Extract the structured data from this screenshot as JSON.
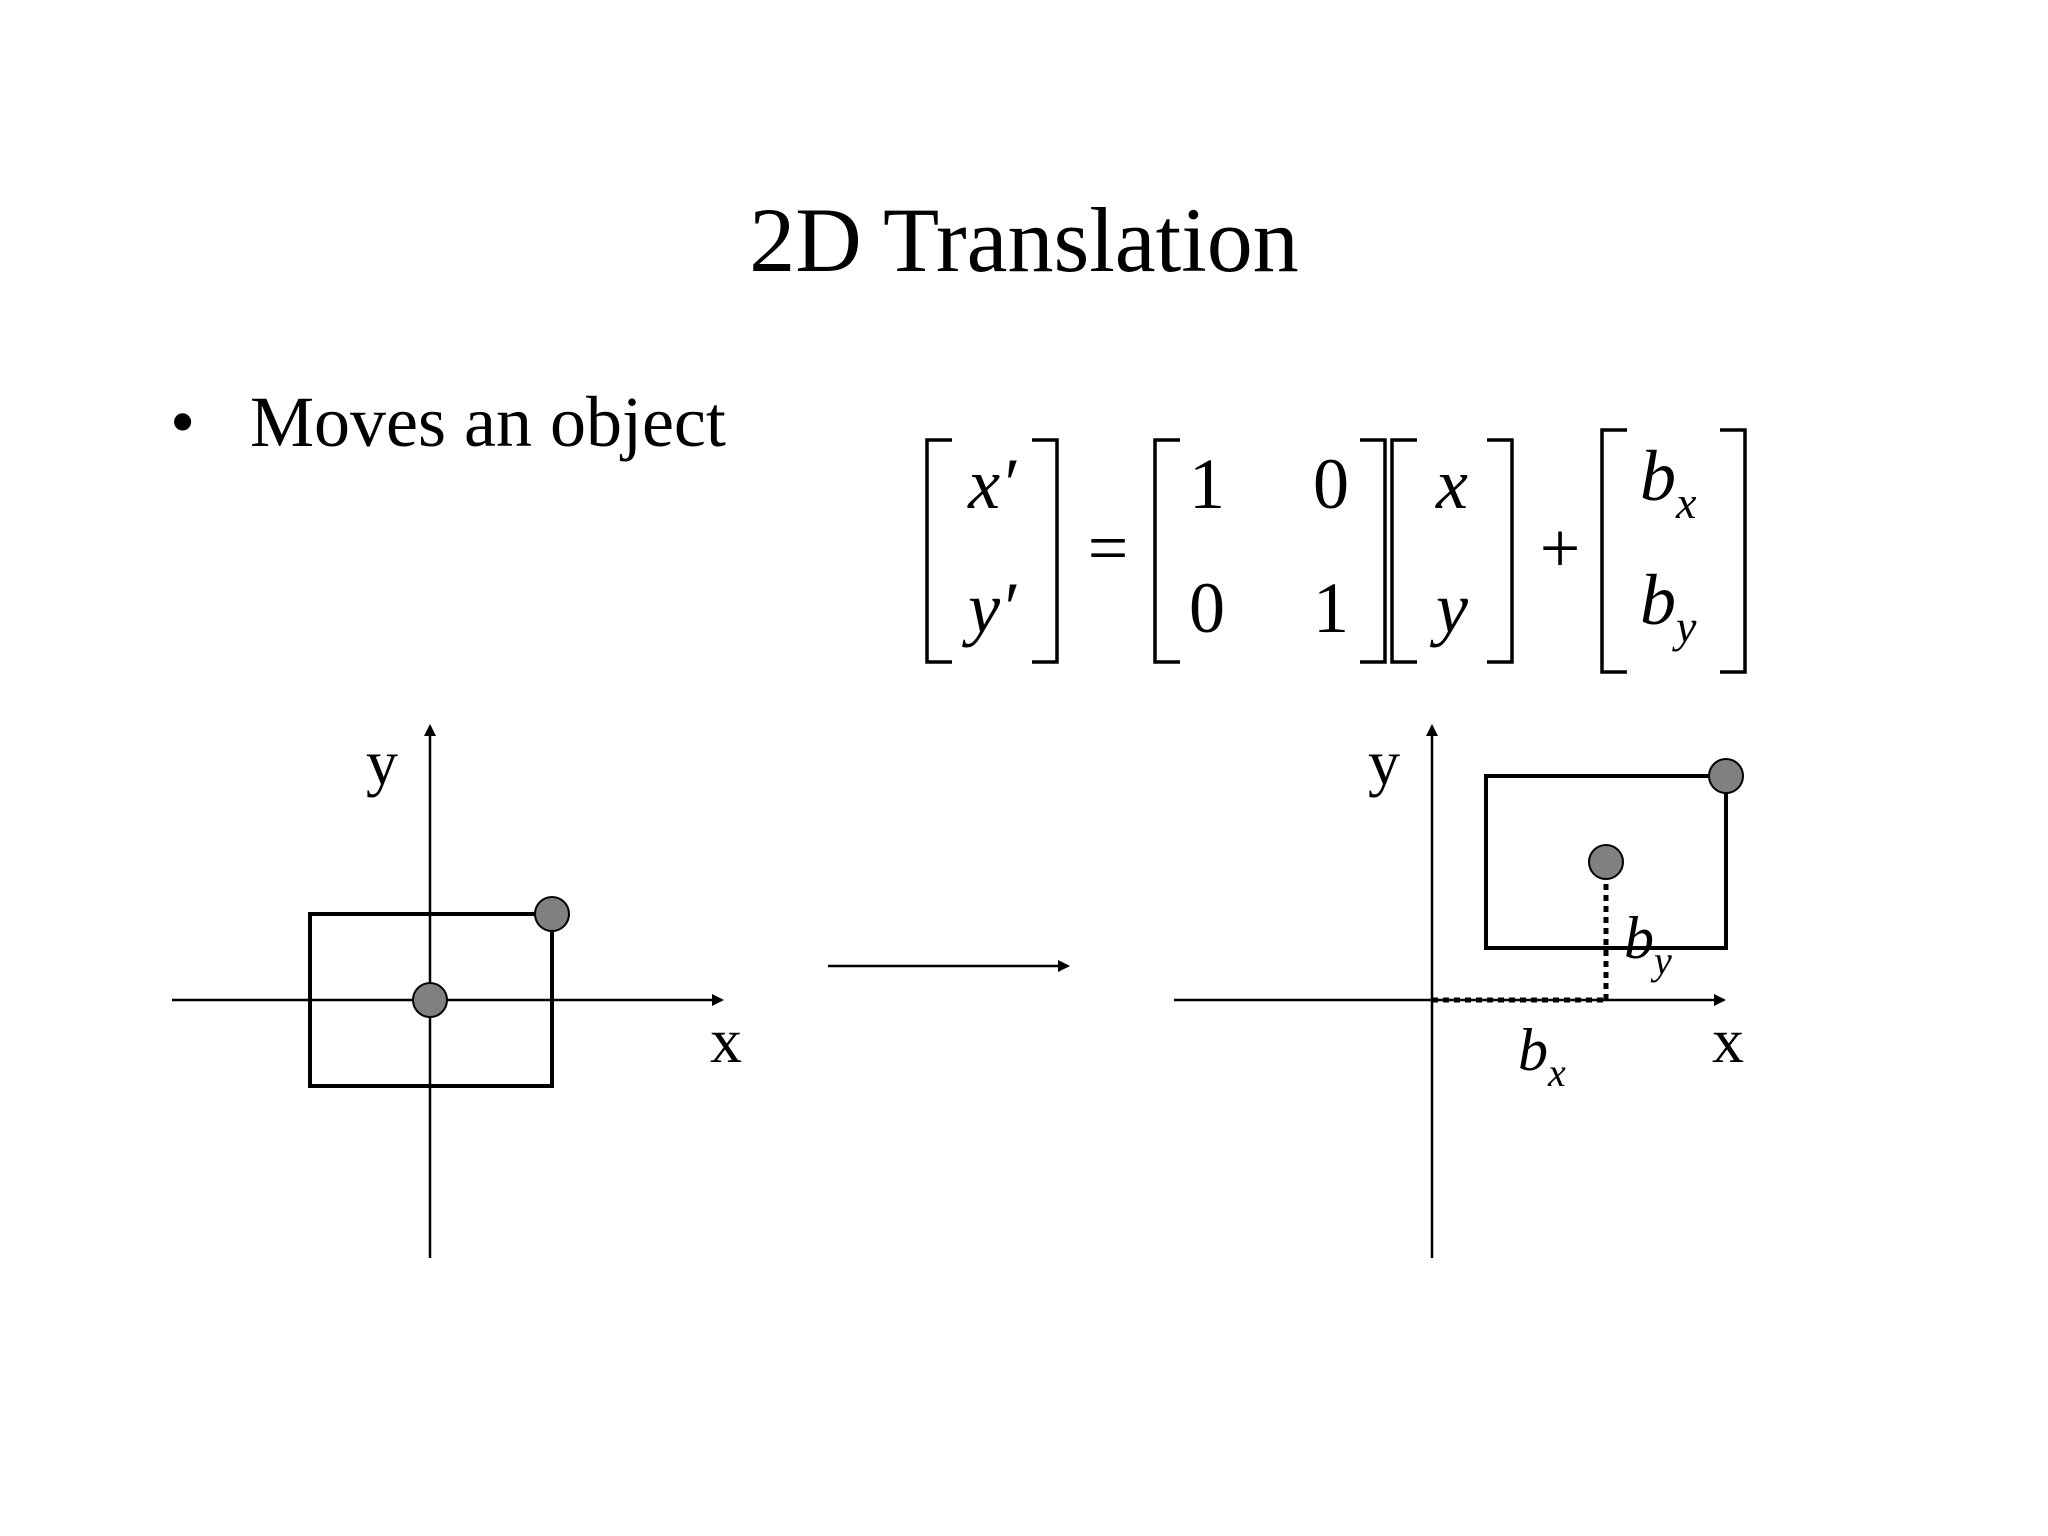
{
  "slide": {
    "title": "2D Translation",
    "bullet": {
      "glyph": "•",
      "text": "Moves an object"
    }
  },
  "equation": {
    "lhs": [
      "x′",
      "y′"
    ],
    "equals": "=",
    "matrix": [
      [
        "1",
        "0"
      ],
      [
        "0",
        "1"
      ]
    ],
    "vector": [
      "x",
      "y"
    ],
    "plus": "+",
    "offset": [
      {
        "base": "b",
        "sub": "x"
      },
      {
        "base": "b",
        "sub": "y"
      }
    ]
  },
  "diagram_left": {
    "x_axis_label": "x",
    "y_axis_label": "y"
  },
  "diagram_right": {
    "x_axis_label": "x",
    "y_axis_label": "y",
    "bx_label": {
      "base": "b",
      "sub": "x"
    },
    "by_label": {
      "base": "b",
      "sub": "y"
    }
  },
  "colors": {
    "ink": "#000000",
    "point_fill": "#808080",
    "background": "#ffffff"
  }
}
